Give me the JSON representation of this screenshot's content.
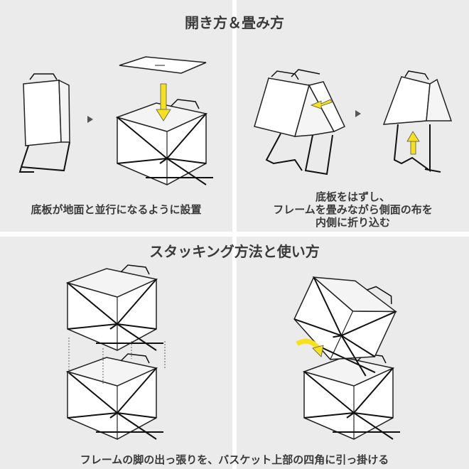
{
  "section1": {
    "title": "開き方＆畳み方",
    "caption_open": "底板が地面と並行になるように設置",
    "caption_fold": [
      "底板をはずし、",
      "フレームを畳みながら側面の布を",
      "内側に折り込む"
    ]
  },
  "section2": {
    "title": "スタッキング方法と使い方",
    "caption": "フレームの脚の出っ張りを、バスケット上部の四角に引っ掛ける"
  },
  "colors": {
    "background": "#ebebeb",
    "divider": "#ffffff",
    "arrow": "#f5e11c",
    "text": "#3a3a3a"
  }
}
